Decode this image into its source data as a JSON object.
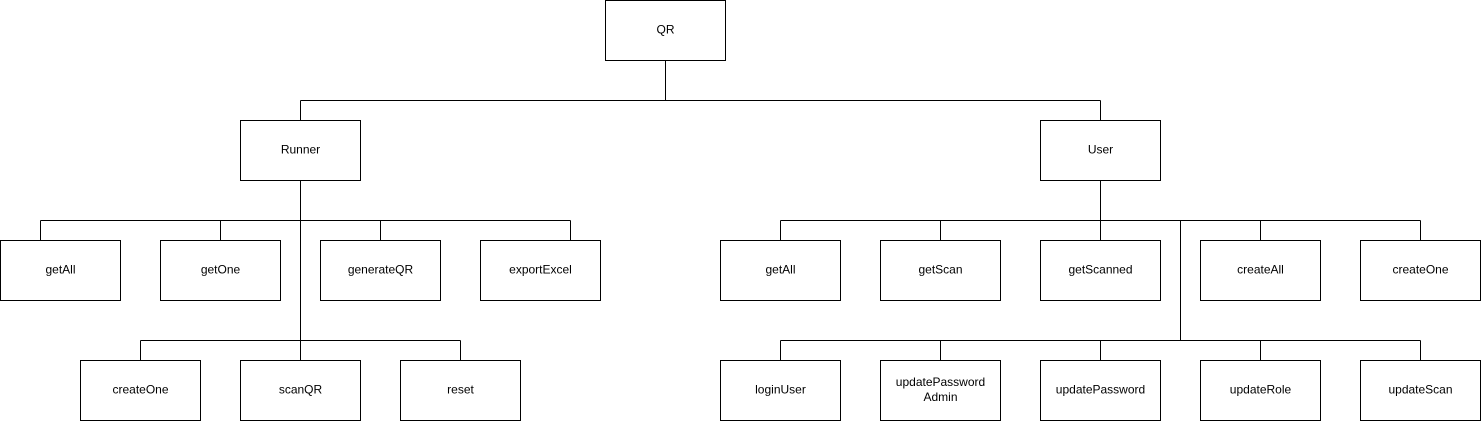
{
  "nodes": {
    "qr": {
      "label": "QR"
    },
    "runner": {
      "label": "Runner"
    },
    "user": {
      "label": "User"
    },
    "runner_getall": {
      "label": "getAll"
    },
    "runner_getone": {
      "label": "getOne"
    },
    "runner_generateqr": {
      "label": "generateQR"
    },
    "runner_exportexcel": {
      "label": "exportExcel"
    },
    "runner_createone": {
      "label": "createOne"
    },
    "runner_scanqr": {
      "label": "scanQR"
    },
    "runner_reset": {
      "label": "reset"
    },
    "user_getall": {
      "label": "getAll"
    },
    "user_getscan": {
      "label": "getScan"
    },
    "user_getscanned": {
      "label": "getScanned"
    },
    "user_createall": {
      "label": "createAll"
    },
    "user_createone": {
      "label": "createOne"
    },
    "user_loginuser": {
      "label": "loginUser"
    },
    "user_updatepasswordadmin": {
      "line1": "updatePassword",
      "line2": "Admin"
    },
    "user_updatepassword": {
      "label": "updatePassword"
    },
    "user_updaterole": {
      "label": "updateRole"
    },
    "user_updatescan": {
      "label": "updateScan"
    }
  },
  "colors": {
    "background": "#ffffff",
    "stroke": "#000000",
    "text": "#000000"
  }
}
